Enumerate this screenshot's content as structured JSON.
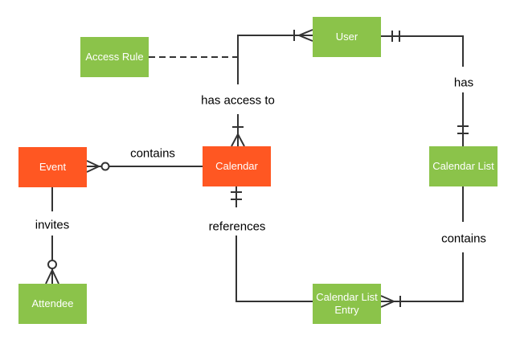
{
  "diagram_type": "entity-relationship crow's-foot diagram",
  "colors": {
    "entity_orange": "#FF5722",
    "entity_green": "#8BC34A",
    "entity_text": "#FFFFFF",
    "line": "#333333",
    "label_text": "#000000",
    "background": "#FFFFFF"
  },
  "entities": {
    "access_rule": {
      "label": "Access Rule",
      "fill": "#8BC34A"
    },
    "user": {
      "label": "User",
      "fill": "#8BC34A"
    },
    "event": {
      "label": "Event",
      "fill": "#FF5722"
    },
    "calendar": {
      "label": "Calendar",
      "fill": "#FF5722"
    },
    "calendar_list": {
      "label": "Calendar List",
      "fill": "#8BC34A"
    },
    "attendee": {
      "label": "Attendee",
      "fill": "#8BC34A"
    },
    "calendar_list_entry": {
      "label": "Calendar List Entry",
      "fill": "#8BC34A"
    }
  },
  "relationship_labels": {
    "event_contains_calendar": "contains",
    "event_invites_attendee": "invites",
    "user_has_access_to_calendar": "has access to",
    "user_has_calendar_list": "has",
    "calendar_references": "references",
    "calendar_list_contains_entry": "contains"
  },
  "relationships": [
    {
      "from": "Event",
      "to": "Calendar",
      "label": "contains",
      "symbol_at_event": "zero-or-many (ring + crow's foot)",
      "line": "solid"
    },
    {
      "from": "Event",
      "to": "Attendee",
      "label": "invites",
      "symbol_at_attendee": "zero-or-many (ring + crow's foot)",
      "line": "solid"
    },
    {
      "from": "User",
      "to": "Calendar",
      "label": "has access to",
      "symbol_at_user": "one-or-many (tick + crow's foot)",
      "symbol_at_calendar": "one-or-many (tick + crow's foot)",
      "line": "solid"
    },
    {
      "from": "User",
      "to": "Calendar List",
      "label": "has",
      "symbol_at_user": "one-and-only-one (double tick)",
      "symbol_at_calendar_list": "one-and-only-one (double tick)",
      "line": "solid"
    },
    {
      "from": "Calendar",
      "to": "Calendar List Entry",
      "label": "references",
      "symbol_at_calendar": "one-and-only-one (double tick)",
      "line": "solid"
    },
    {
      "from": "Calendar List",
      "to": "Calendar List Entry",
      "label": "contains",
      "symbol_at_entry": "one-or-many (crow's foot + tick)",
      "line": "solid"
    },
    {
      "from": "Access Rule",
      "to": "User–Calendar relationship line",
      "label": "",
      "line": "dashed"
    }
  ]
}
